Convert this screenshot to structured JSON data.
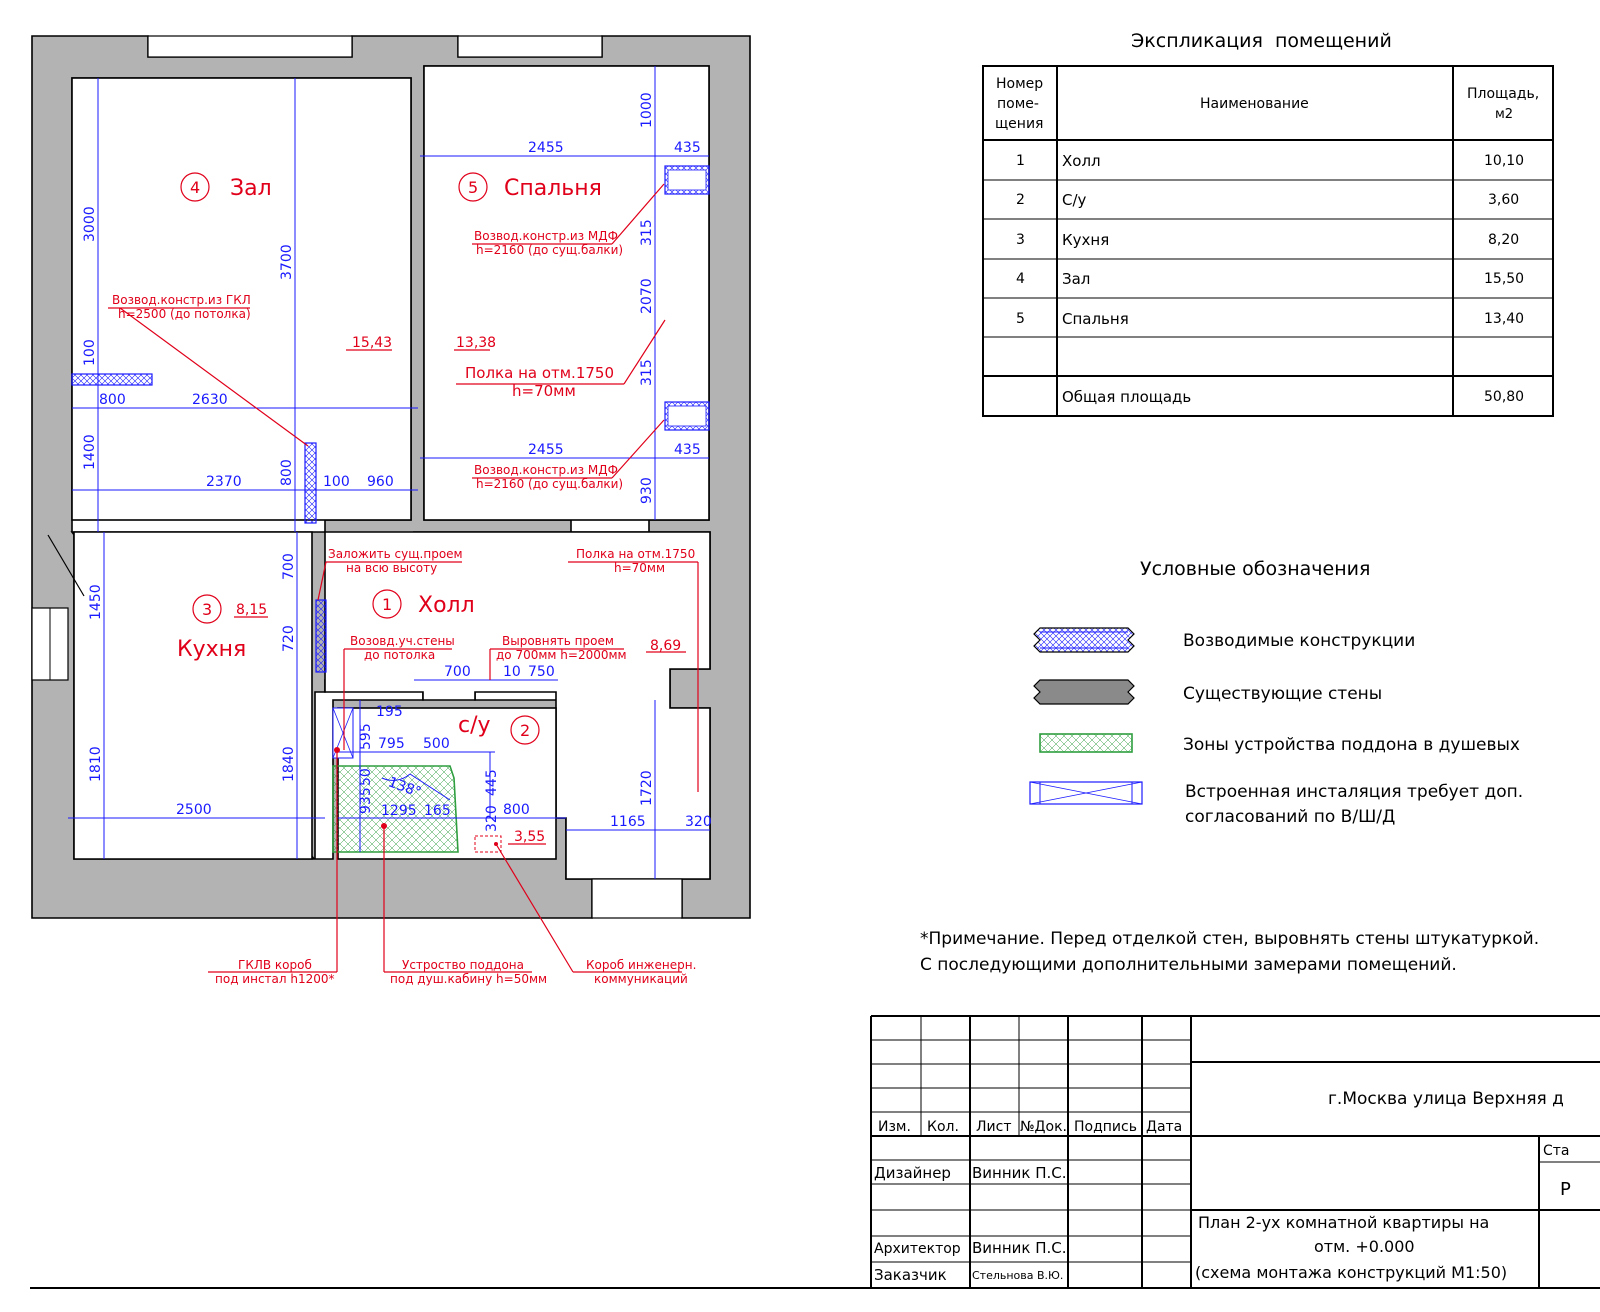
{
  "rooms": [
    {
      "num": "4",
      "name": "Зал",
      "area": "15,43"
    },
    {
      "num": "5",
      "name": "Спальня",
      "area": "13,38"
    },
    {
      "num": "3",
      "name": "Кухня",
      "area": "8,15"
    },
    {
      "num": "1",
      "name": "Холл",
      "area": "8,69"
    },
    {
      "num": "2",
      "name": "с/у",
      "area": "3,55"
    }
  ],
  "dims": {
    "d3000": "3000",
    "d3700": "3700",
    "d100": "100",
    "d800a": "800",
    "d2630": "2630",
    "d1400": "1400",
    "d2370": "2370",
    "d800b": "800",
    "d100b": "100",
    "d960": "960",
    "d1000": "1000",
    "d2455a": "2455",
    "d435a": "435",
    "d315a": "315",
    "d2070": "2070",
    "d315b": "315",
    "d2455b": "2455",
    "d435b": "435",
    "d930": "930",
    "d700a": "700",
    "d1450": "1450",
    "d720": "720",
    "d1810": "1810",
    "d1840": "1840",
    "d2500": "2500",
    "d700b": "700",
    "d10": "10",
    "d750": "750",
    "d195": "195",
    "d595": "595",
    "d795": "795",
    "d500": "500",
    "d935": "935",
    "d50": "50",
    "d138": "138°",
    "d1295": "1295",
    "d165": "165",
    "d445": "445",
    "d320a": "320",
    "d800c": "800",
    "d1165": "1165",
    "d320b": "320",
    "d1720": "1720"
  },
  "notes": {
    "gkl1": "Возвод.констр.из ГКЛ",
    "gkl2": "h=2500 (до потолка)",
    "mdf1a": "Возвод.констр.из МДФ",
    "mdf1b": "h=2160 (до сущ.балки)",
    "mdf2a": "Возвод.констр.из МДФ",
    "mdf2b": "h=2160 (до сущ.балки)",
    "shelf1a": "Полка на отм.1750",
    "shelf1b": "h=70мм",
    "shelf2a": "Полка на отм.1750",
    "shelf2b": "h=70мм",
    "zal1": "Заложить сущ.проем",
    "zal2": "на всю высоту",
    "vozv1": "Возовд.уч.стены",
    "vozv2": "до потолка",
    "vyr1": "Выровнять проем",
    "vyr2": "до 700мм h=2000мм",
    "gklv1": "ГКЛВ короб",
    "gklv2": "под инстал h1200*",
    "pod1": "Устроство поддона",
    "pod2": "под душ.кабину h=50мм",
    "kor1": "Короб инженерн.",
    "kor2": "коммуникаций"
  },
  "explication": {
    "title": "Экспликация  помещений",
    "headers": [
      "Номер поме- щения",
      "Наименование",
      "Площадь, м2"
    ],
    "header_num": [
      "Номер",
      "поме-",
      "щения"
    ],
    "header_area": [
      "Площадь,",
      "м2"
    ],
    "rows": [
      {
        "num": "1",
        "name": "Холл",
        "area": "10,10"
      },
      {
        "num": "2",
        "name": "С/у",
        "area": "3,60"
      },
      {
        "num": "3",
        "name": "Кухня",
        "area": "8,20"
      },
      {
        "num": "4",
        "name": "Зал",
        "area": "15,50"
      },
      {
        "num": "5",
        "name": "Спальня",
        "area": "13,40"
      },
      {
        "num": "",
        "name": "",
        "area": ""
      }
    ],
    "total_label": "Общая площадь",
    "total_area": "50,80"
  },
  "legend": {
    "title": "Условные обозначения",
    "items": [
      {
        "label": "Возводимые конструкции"
      },
      {
        "label": "Существующие стены"
      },
      {
        "label": "Зоны устройства поддона в душевых"
      },
      {
        "label": "Встроенная инсталяция требует доп.",
        "label2": "согласований по В/Ш/Д"
      }
    ]
  },
  "note": {
    "line1": "*Примечание. Перед отделкой стен, выровнять стены штукатуркой.",
    "line2": "С последующими дополнительными замерами помещений."
  },
  "stamp": {
    "cols": [
      "Изм.",
      "Кол.",
      "Лист",
      "№Док.",
      "Подпись",
      "Дата"
    ],
    "designer_role": "Дизайнер",
    "designer_name": "Винник П.С.",
    "architect_role": "Архитектор",
    "architect_name": "Винник П.С.",
    "customer_role": "Заказчик",
    "customer_name": "Стельнова В.Ю.",
    "address": "г.Москва улица Верхняя д",
    "title1": "План 2-ух комнатной квартиры на",
    "title2": "отм. +0.000",
    "title3": "(схема монтажа конструкций М1:50)",
    "stage_label": "Ста",
    "stage_value": "Р"
  }
}
